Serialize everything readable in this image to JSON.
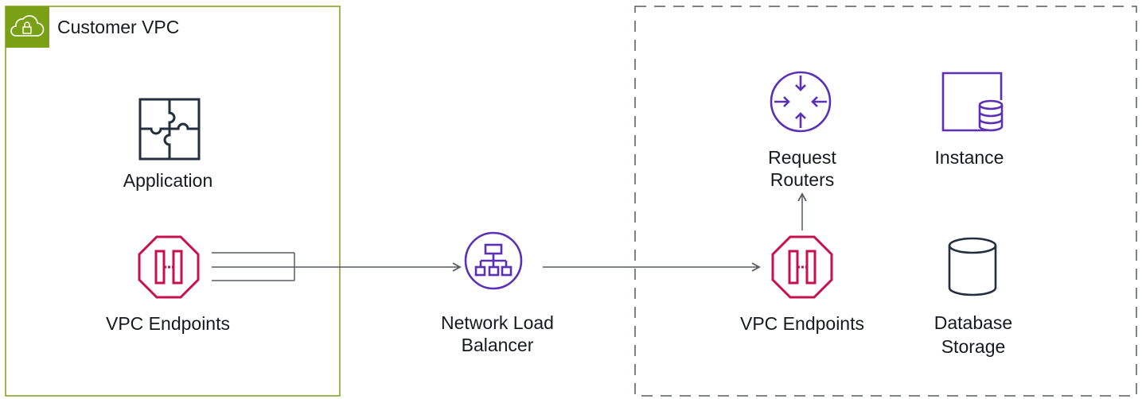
{
  "customer_vpc": {
    "title": "Customer VPC",
    "border_color": "#7aa116",
    "icon": "cloud-lock-icon"
  },
  "nodes": {
    "application": {
      "label": "Application",
      "icon": "puzzle-icon"
    },
    "vpc_endpoints_customer": {
      "label": "VPC Endpoints",
      "icon": "vpc-endpoint-icon"
    },
    "network_load_balancer": {
      "label_line1": "Network Load",
      "label_line2": "Balancer",
      "icon": "load-balancer-icon"
    },
    "vpc_endpoints_provider": {
      "label": "VPC Endpoints",
      "icon": "vpc-endpoint-icon"
    },
    "request_routers": {
      "label_line1": "Request",
      "label_line2": "Routers",
      "icon": "router-icon"
    },
    "instance": {
      "label": "Instance",
      "icon": "instance-database-icon"
    },
    "database_storage": {
      "label_line1": "Database",
      "label_line2": "Storage",
      "icon": "cylinder-storage-icon"
    }
  },
  "colors": {
    "vpc_green": "#7aa116",
    "endpoint_red": "#c7114d",
    "network_purple": "#5a30b5",
    "line_gray": "#545b64",
    "icon_dark": "#232f3e"
  }
}
